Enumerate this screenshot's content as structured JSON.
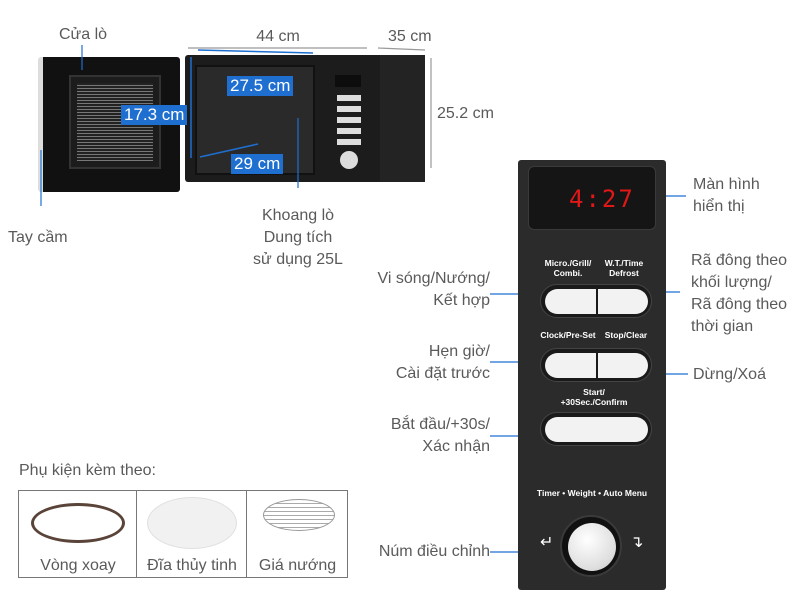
{
  "dimensions": {
    "width_outer": "44 cm",
    "depth_outer": "35 cm",
    "height_outer": "25.2 cm",
    "cavity_width": "27.5 cm",
    "cavity_height": "17.3 cm",
    "cavity_depth": "29 cm"
  },
  "callouts": {
    "door": "Cửa lò",
    "handle": "Tay cầm",
    "cavity": [
      "Khoang lò",
      "Dung tích",
      "sử dụng 25L"
    ],
    "display": [
      "Màn hình",
      "hiển thị"
    ],
    "mode": [
      "Vi sóng/Nướng/",
      "Kết hợp"
    ],
    "defrost": [
      "Rã đông theo",
      "khối lượng/",
      "Rã đông theo",
      "thời gian"
    ],
    "clock": [
      "Hẹn giờ/",
      "Cài đặt trước"
    ],
    "stop": "Dừng/Xoá",
    "start": [
      "Bắt đầu/+30s/",
      "Xác nhận"
    ],
    "knob": "Núm điều chỉnh"
  },
  "panel": {
    "display_time": "4:27",
    "btn_mode": [
      "Micro./Grill/",
      "Combi."
    ],
    "btn_defrost": [
      "W.T./Time",
      "Defrost"
    ],
    "btn_clock": "Clock/Pre-Set",
    "btn_stop": "Stop/Clear",
    "btn_start": [
      "Start/",
      "+30Sec./Confirm"
    ],
    "knob_labels": "Timer • Weight • Auto Menu"
  },
  "accessories": {
    "title": "Phụ kiện kèm theo:",
    "items": [
      "Vòng xoay",
      "Đĩa thủy tinh",
      "Giá nướng"
    ]
  },
  "colors": {
    "callout": "#1e6fd0",
    "display_digits": "#e01818"
  }
}
